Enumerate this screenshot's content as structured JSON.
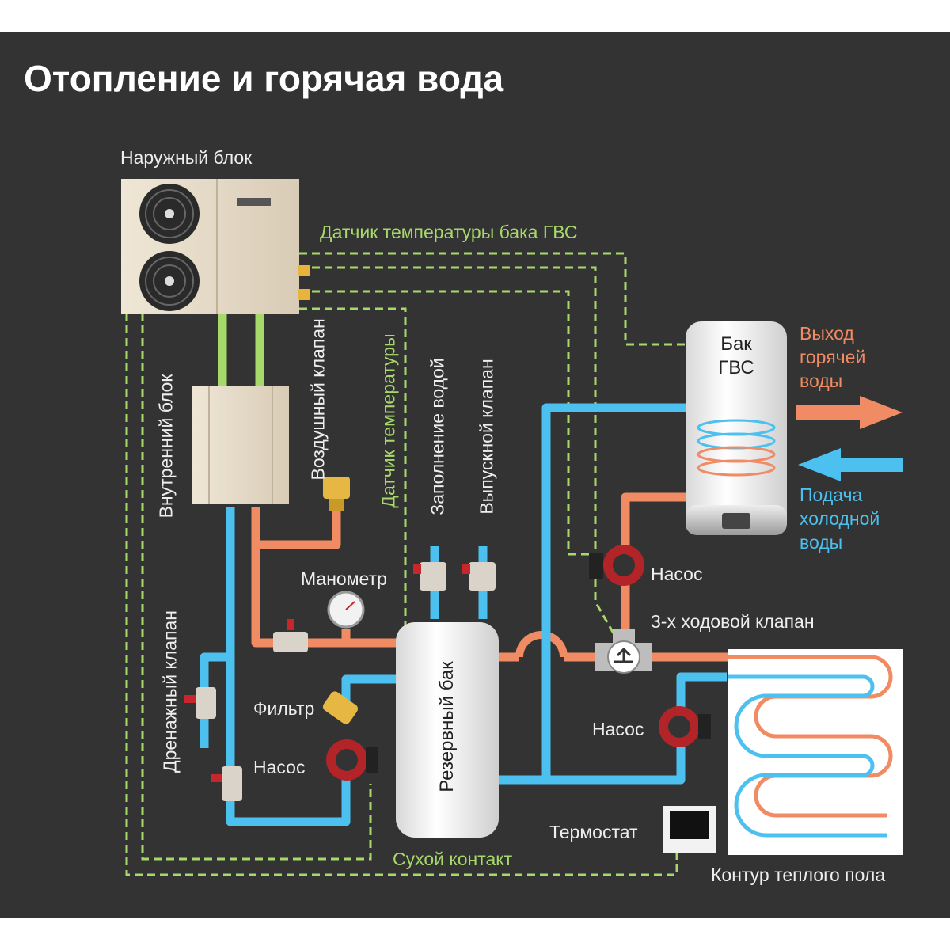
{
  "title": "Отопление и горячая вода",
  "labels": {
    "outdoor_unit": "Наружный блок",
    "dhw_sensor": "Датчик температуры бака ГВС",
    "indoor_unit": "Внутренний блок",
    "air_valve": "Воздушный клапан",
    "temp_sensor": "Датчик температуры",
    "water_fill": "Заполнение водой",
    "outlet_valve": "Выпускной клапан",
    "dhw_tank": "Бак ГВС",
    "hot_water_out": "Выход горячей воды",
    "cold_water_in": "Подача холодной воды",
    "pump": "Насос",
    "three_way_valve": "3-х ходовой клапан",
    "manometer": "Манометр",
    "filter": "Фильтр",
    "drain_valve": "Дренажный клапан",
    "buffer_tank": "Резервный бак",
    "thermostat": "Термостат",
    "dry_contact": "Сухой контакт",
    "floor_heating": "Контур теплого пола"
  },
  "colors": {
    "background": "#333333",
    "hot_pipe": "#f08b63",
    "cold_pipe": "#4cc0ee",
    "sensor_wire": "#a7d86a",
    "label_text": "#eeeeee"
  },
  "icons": {
    "fan": "fan-icon",
    "valve": "valve-icon",
    "pump": "pump-icon",
    "gauge": "gauge-icon",
    "arrow_right": "arrow-right-icon",
    "arrow_left": "arrow-left-icon"
  }
}
